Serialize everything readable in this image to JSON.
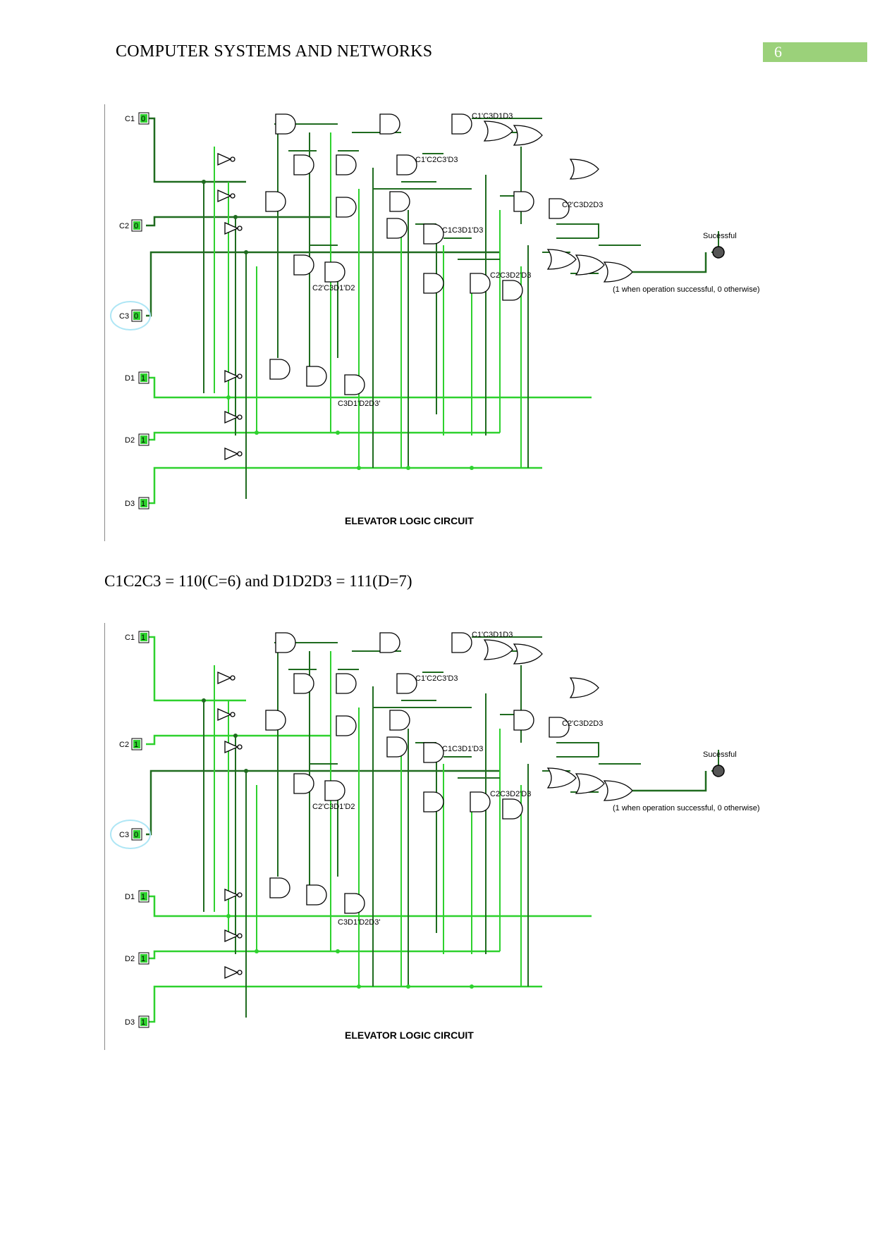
{
  "header": {
    "title": "COMPUTER SYSTEMS AND NETWORKS",
    "page_number": "6"
  },
  "colors": {
    "wire_dark": "#1f6b1f",
    "wire_light": "#2ed12e",
    "header_bar": "#9bd17a"
  },
  "caption": "C1C2C3 = 110(C=6) and D1D2D3 = 111(D=7)",
  "figures": [
    {
      "title": "ELEVATOR LOGIC CIRCUIT",
      "inputs": [
        {
          "name": "C1",
          "value": "0"
        },
        {
          "name": "C2",
          "value": "0"
        },
        {
          "name": "C3",
          "value": "0"
        },
        {
          "name": "D1",
          "value": "1"
        },
        {
          "name": "D2",
          "value": "1"
        },
        {
          "name": "D3",
          "value": "1"
        }
      ],
      "term_labels": [
        "C1'C3D1D3",
        "C1'C2C3'D3",
        "C2'C3D2D3",
        "C1C3D1'D3",
        "C2C3D2'D3",
        "C2'C3D1'D2",
        "C3D1'D2D3'"
      ],
      "output_label": "Sucessful",
      "output_note": "(1 when operation successful, 0 otherwise)"
    },
    {
      "title": "ELEVATOR LOGIC CIRCUIT",
      "inputs": [
        {
          "name": "C1",
          "value": "1"
        },
        {
          "name": "C2",
          "value": "1"
        },
        {
          "name": "C3",
          "value": "0"
        },
        {
          "name": "D1",
          "value": "1"
        },
        {
          "name": "D2",
          "value": "1"
        },
        {
          "name": "D3",
          "value": "1"
        }
      ],
      "term_labels": [
        "C1'C3D1D3",
        "C1'C2C3'D3",
        "C2'C3D2D3",
        "C1C3D1'D3",
        "C2C3D2'D3",
        "C2'C3D1'D2",
        "C3D1'D2D3'"
      ],
      "output_label": "Sucessful",
      "output_note": "(1 when operation successful, 0 otherwise)"
    }
  ]
}
